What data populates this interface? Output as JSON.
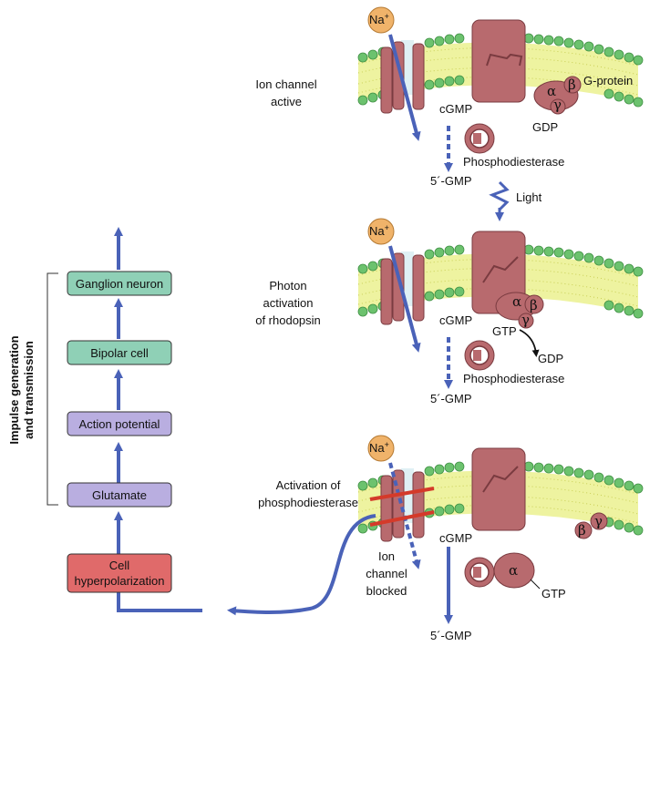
{
  "ion": {
    "na": "Na",
    "plus": "+"
  },
  "labels": {
    "cgmp": "cGMP",
    "gmp5": "5´-GMP",
    "pde": "Phosphodiesterase",
    "gdp": "GDP",
    "gtp": "GTP",
    "gprotein": "G-protein",
    "light": "Light"
  },
  "greek": {
    "alpha": "α",
    "beta": "β",
    "gamma": "γ"
  },
  "panel1": {
    "caption": [
      "Ion channel",
      "active"
    ]
  },
  "panel2": {
    "caption": [
      "Photon",
      "activation",
      "of rhodopsin"
    ]
  },
  "panel3": {
    "caption": [
      "Activation of",
      "phosphodiesterase"
    ],
    "blocked": [
      "Ion",
      "channel",
      "blocked"
    ]
  },
  "flow": {
    "boxes": [
      {
        "lines": [
          "Ganglion neuron"
        ]
      },
      {
        "lines": [
          "Bipolar cell"
        ]
      },
      {
        "lines": [
          "Action potential"
        ]
      },
      {
        "lines": [
          "Glutamate"
        ]
      },
      {
        "lines": [
          "Cell",
          "hyperpolarization"
        ]
      }
    ],
    "side_label": [
      "Impulse generation",
      "and transmission"
    ]
  },
  "colors": {
    "arrow_blue": "#4a62b8",
    "protein": "#b86a6e",
    "protein_dark": "#7a3b40",
    "membrane": "#eef3a0",
    "lipid_head": "#6cc26e",
    "ion_orange": "#f0b36a",
    "box_green": "#8fd0b6",
    "box_purple": "#b9aee0",
    "box_red": "#e06a6a",
    "block_red": "#d43a2a"
  }
}
